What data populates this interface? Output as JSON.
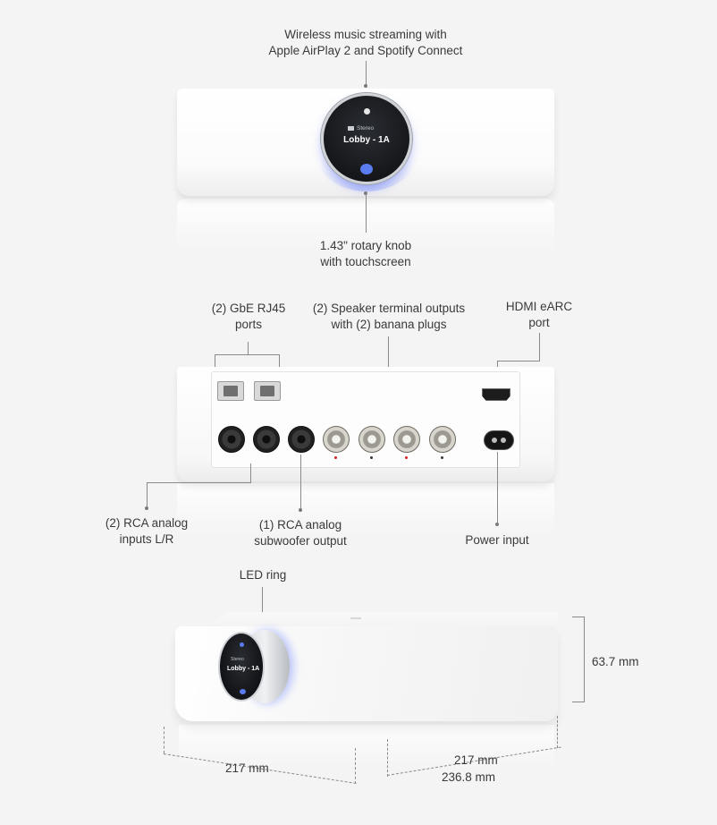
{
  "section_front": {
    "title_line1": "Wireless music streaming with",
    "title_line2": "Apple AirPlay 2 and Spotify Connect",
    "knob_tag": "Stereo",
    "knob_title": "Lobby - 1A",
    "bottom_line1": "1.43\" rotary knob",
    "bottom_line2": "with touchscreen"
  },
  "section_back": {
    "rj45_line1": "(2) GbE RJ45",
    "rj45_line2": "ports",
    "speaker_line1": "(2) Speaker terminal outputs",
    "speaker_line2": "with (2) banana plugs",
    "hdmi_line1": "HDMI eARC",
    "hdmi_line2": "port",
    "rca_line1": "(2) RCA analog",
    "rca_line2": "inputs L/R",
    "sub_line1": "(1) RCA analog",
    "sub_line2": "subwoofer output",
    "power_label": "Power input"
  },
  "section_dimensions": {
    "led_ring": "LED ring",
    "knob_tag": "Stereo",
    "knob_title": "Lobby - 1A",
    "height": "63.7 mm",
    "width_left": "217 mm",
    "width_right": "217 mm",
    "depth": "236.8 mm"
  },
  "colors": {
    "background": "#f4f4f4",
    "device_white": "#ffffff",
    "led_blue": "#5b7cf0",
    "terminal_red": "#d81f1f"
  }
}
